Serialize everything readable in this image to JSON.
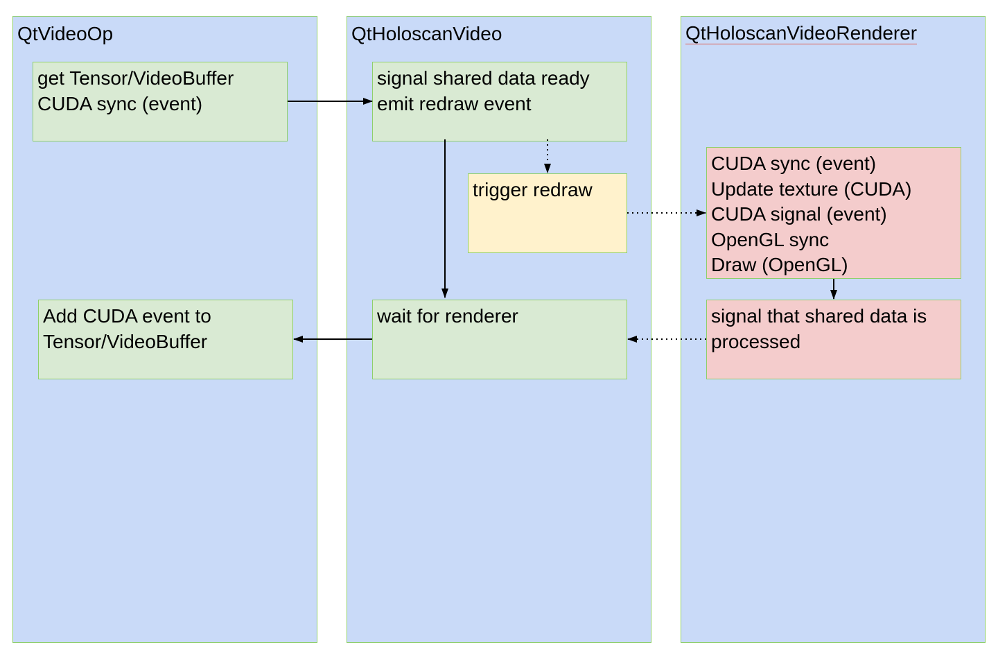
{
  "colors": {
    "lane_fill": "#c9daf8",
    "lane_border": "#8fcf6a",
    "green_box": "#d9ead3",
    "yellow_box": "#fff2cc",
    "red_box": "#f4cccc",
    "arrow": "#000000",
    "title_underline": "#e05b4b"
  },
  "lanes": [
    {
      "title": "QtVideoOp"
    },
    {
      "title": "QtHoloscanVideo"
    },
    {
      "title": "QtHoloscanVideoRenderer"
    }
  ],
  "boxes": {
    "get_tensor": {
      "lines": [
        "get Tensor/VideoBuffer",
        "CUDA sync (event)"
      ]
    },
    "signal_ready": {
      "lines": [
        "signal shared data ready",
        "emit redraw event"
      ]
    },
    "trigger_redraw": {
      "lines": [
        "trigger redraw"
      ]
    },
    "render_steps": {
      "lines": [
        "CUDA sync (event)",
        "Update texture (CUDA)",
        "CUDA signal (event)",
        "OpenGL sync",
        "Draw (OpenGL)"
      ]
    },
    "add_event": {
      "lines": [
        "Add CUDA event to",
        "Tensor/VideoBuffer"
      ]
    },
    "wait_renderer": {
      "lines": [
        "wait for renderer"
      ]
    },
    "signal_processed": {
      "lines": [
        "signal that shared data is",
        "processed"
      ]
    }
  }
}
